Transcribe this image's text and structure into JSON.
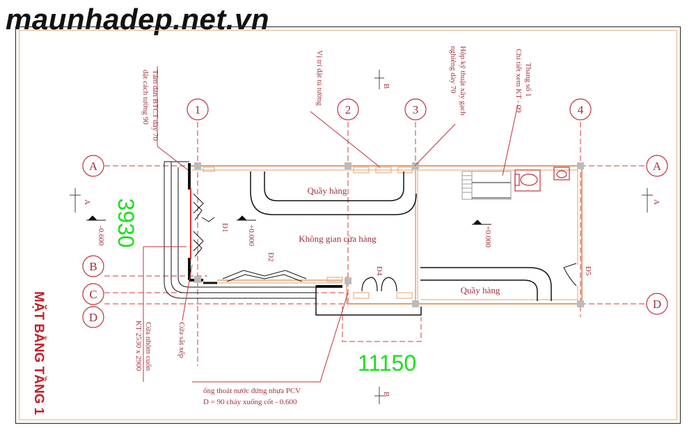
{
  "site": {
    "watermark": "maunhadep.net.vn"
  },
  "drawing": {
    "title": "MẶT BẰNG TẦNG 1",
    "dimensions": {
      "length": "11150",
      "width": "3930"
    },
    "grid": {
      "columns": [
        "1",
        "2",
        "3",
        "4"
      ],
      "rows": [
        "A",
        "B",
        "C",
        "D"
      ]
    },
    "section_marks": {
      "a": "A",
      "b": "B"
    },
    "rooms": {
      "counter_top": "Quầy hàng",
      "counter_bottom": "Quầy hàng",
      "shop_space": "Không gian cửa hàng"
    },
    "doors": {
      "d1": "Đ1",
      "d2": "Đ2",
      "d4": "Đ4",
      "d5": "Đ5"
    },
    "levels": {
      "street": "-0.600",
      "floor_main": "+0.000",
      "floor_right": "+0.000"
    },
    "notes": {
      "slab_line1": "Tấm đan BTCT dày 70",
      "slab_line2": "đặt cách tường 90",
      "altar_line1": "Vị trí đặt tủ tường",
      "tech_line1": "Hộp kỹ thuật xây gạch",
      "tech_line2": "nghiêng dày 70",
      "stair_line1": "Thang số 1",
      "stair_line2": "Chi tiết xem KT - 09",
      "rolling_line1": "Cửa nhôm cuốn",
      "rolling_line2": "KT 2530 x 2900",
      "folding_line1": "Cửa sắt xếp",
      "pipe_line1": "ống thoát nước đứng nhựa PCV",
      "pipe_line2": "D = 90 chảy xuống cốt - 0.600"
    }
  }
}
